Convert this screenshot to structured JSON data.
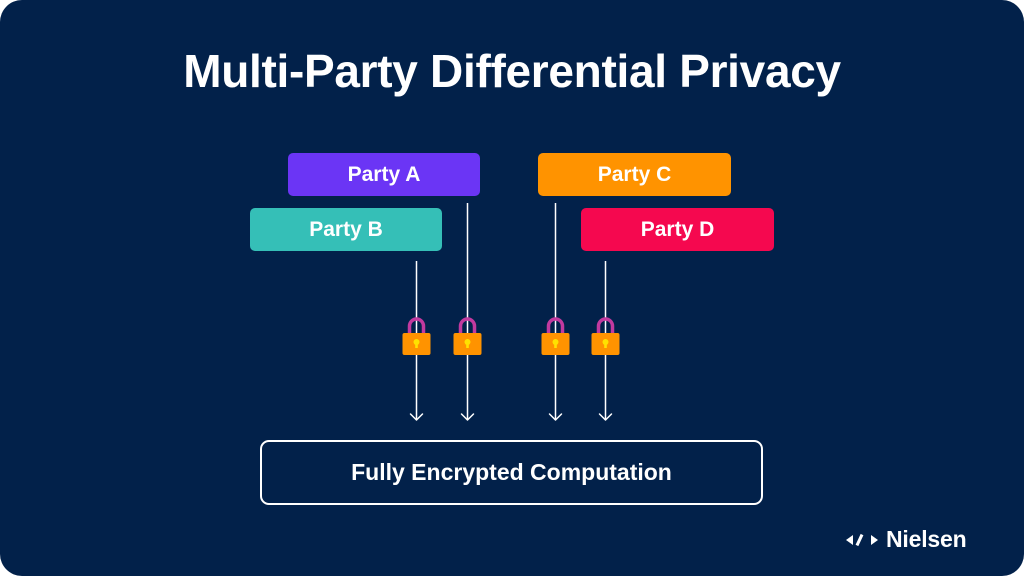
{
  "title": "Multi-Party Differential Privacy",
  "parties": [
    {
      "label": "Party A",
      "color": "#6b35f5"
    },
    {
      "label": "Party B",
      "color": "#35bfb7"
    },
    {
      "label": "Party C",
      "color": "#ff9300"
    },
    {
      "label": "Party D",
      "color": "#f5084f"
    }
  ],
  "result": {
    "label": "Fully Encrypted Computation"
  },
  "brand": {
    "name": "Nielsen",
    "icon": "nielsen-logo-icon"
  },
  "colors": {
    "background": "#02214a",
    "lock_body": "#ff9300",
    "lock_shackle": "#c23a9f",
    "lock_keyhole": "#ffe100",
    "connector": "#ffffff"
  },
  "icons": {
    "lock": "padlock-icon",
    "arrow": "arrow-down-icon"
  }
}
